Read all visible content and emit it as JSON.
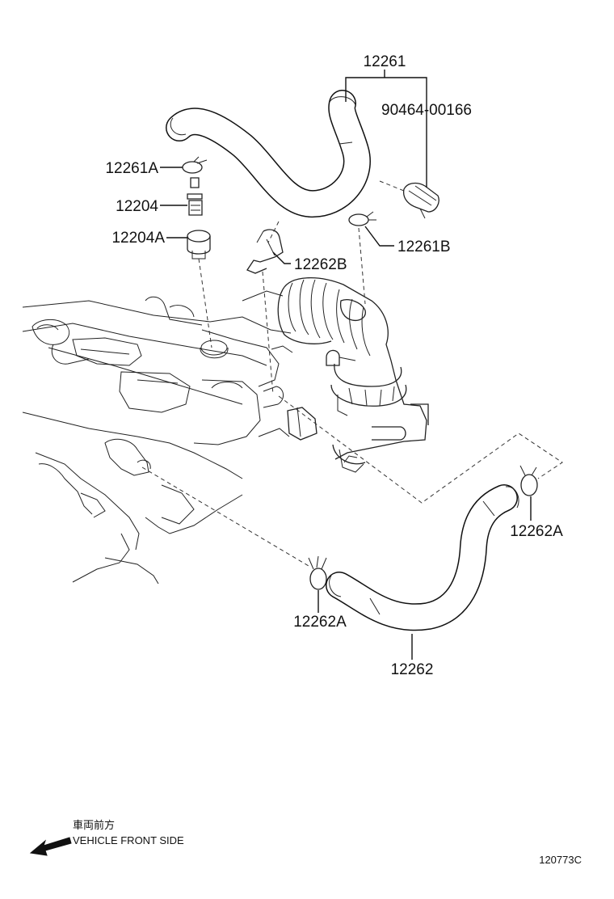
{
  "labels": {
    "hose_upper": "12261",
    "clamp_upper": "90464-00166",
    "clip_a": "12261A",
    "pcv_valve": "12204",
    "grommet": "12204A",
    "clip_b": "12261B",
    "bracket_clamp": "12262B",
    "clip_a_right": "12262A",
    "clip_a_lower": "12262A",
    "hose_lower": "12262"
  },
  "direction": {
    "japanese": "車両前方",
    "english": "VEHICLE FRONT SIDE"
  },
  "reference_code": "120773C"
}
